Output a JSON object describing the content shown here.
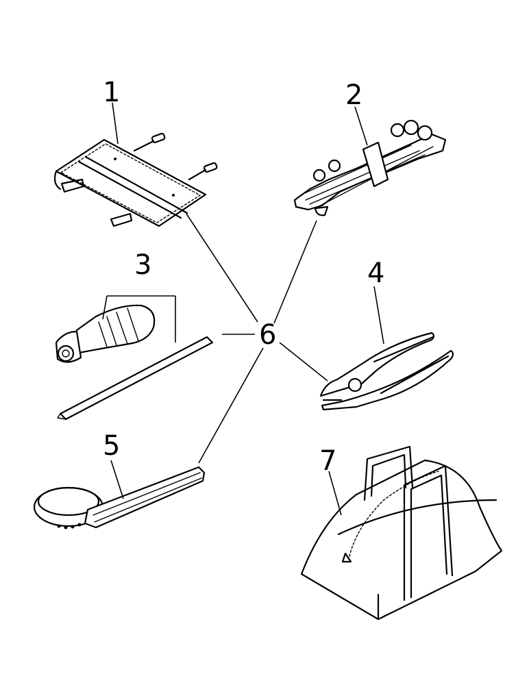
{
  "callouts": {
    "tool_roll": "1",
    "wrench_set": "2",
    "screwdriver": "3",
    "pliers": "4",
    "filter_wrench": "5",
    "tool_kit": "6",
    "tool_bag": "7"
  }
}
